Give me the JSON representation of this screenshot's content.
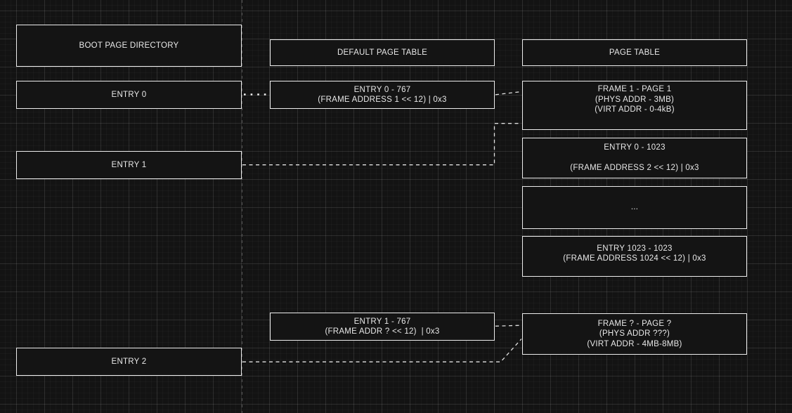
{
  "colors": {
    "canvas_background": "#131313",
    "grid_major": "#2b2b2b",
    "grid_minor": "#1b1b1b",
    "box_fill": "#141414",
    "box_border": "#ededed",
    "text": "#e8e8e8",
    "connector": "#e0e0e0",
    "guide_line": "#4f4f4f"
  },
  "boxes": {
    "boot_header": {
      "lines": [
        "BOOT PAGE DIRECTORY"
      ]
    },
    "entry0": {
      "lines": [
        "ENTRY 0"
      ]
    },
    "entry1": {
      "lines": [
        "ENTRY 1"
      ]
    },
    "entry2": {
      "lines": [
        "ENTRY 2"
      ]
    },
    "dpt_header": {
      "lines": [
        "DEFAULT PAGE TABLE"
      ]
    },
    "dpt_entry0": {
      "lines": [
        "ENTRY 0 - 767",
        "(FRAME ADDRESS 1 << 12) | 0x3"
      ]
    },
    "dpt_entry1": {
      "lines": [
        "ENTRY 1 - 767",
        "(FRAME ADDR ? << 12)  | 0x3"
      ]
    },
    "pt_header": {
      "lines": [
        "PAGE TABLE"
      ]
    },
    "frame1": {
      "lines": [
        "FRAME 1 - PAGE 1",
        "(PHYS ADDR - 3MB)",
        "(VIRT ADDR - 0-4kB)"
      ]
    },
    "pt_entry0": {
      "lines": [
        "ENTRY 0 - 1023",
        "",
        "(FRAME ADDRESS 2 << 12) | 0x3"
      ]
    },
    "pt_ellipsis": {
      "lines": [
        "..."
      ]
    },
    "pt_entry1023": {
      "lines": [
        "ENTRY 1023 - 1023",
        "(FRAME ADDRESS 1024 << 12) | 0x3"
      ]
    },
    "frame_q": {
      "lines": [
        "FRAME ? - PAGE ?",
        "(PHYS ADDR ???)",
        "(VIRT ADDR - 4MB-8MB)"
      ]
    }
  },
  "connectors": [
    {
      "from": "entry0",
      "to": "dpt_entry0",
      "style": "dotted"
    },
    {
      "from": "dpt_entry0",
      "to": "frame1",
      "style": "dashed"
    },
    {
      "from": "entry1",
      "to": "frame1",
      "style": "dashed"
    },
    {
      "from": "dpt_entry1",
      "to": "frame_q",
      "style": "dashed"
    },
    {
      "from": "entry2",
      "to": "frame_q",
      "style": "dashed"
    }
  ]
}
